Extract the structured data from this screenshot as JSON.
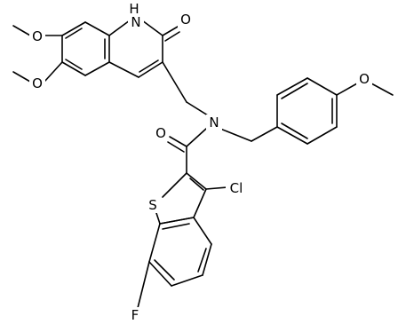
{
  "atoms": {
    "nh": "H",
    "n_ring": "N",
    "o_carbonyl_ring": "O",
    "o_methoxy_upper": "O",
    "o_methoxy_lower": "O",
    "n_amide": "N",
    "o_amide": "O",
    "o_methoxy_benzyl": "O",
    "s": "S",
    "cl": "Cl",
    "f": "F"
  },
  "colors": {
    "bond": "#000000",
    "label": "#000000",
    "background": "#ffffff"
  }
}
